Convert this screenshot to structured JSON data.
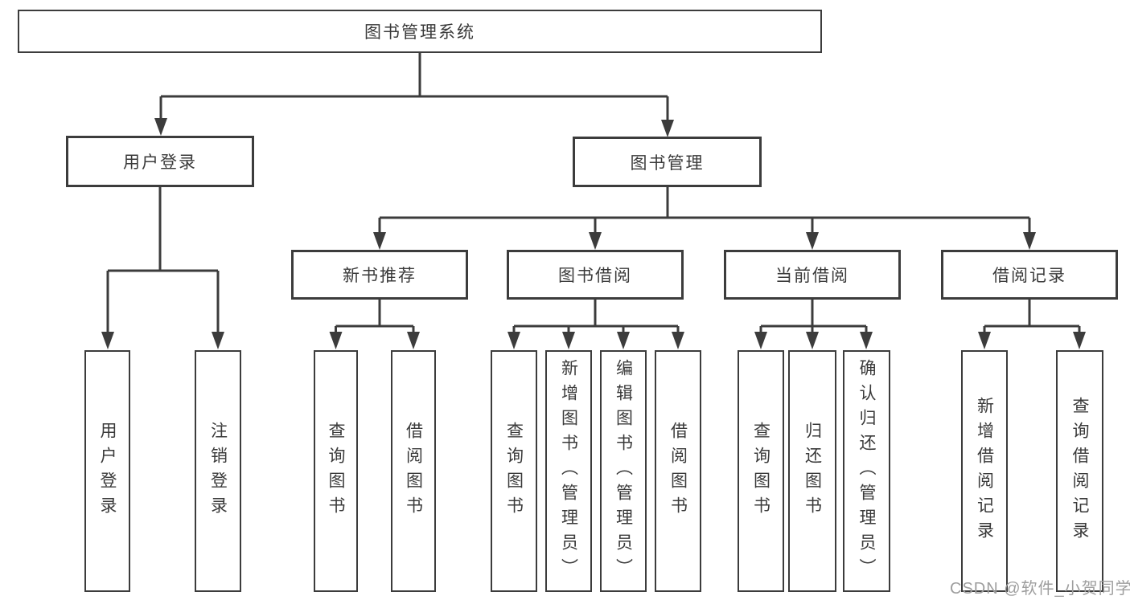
{
  "diagram_type": "hierarchy-tree",
  "tree": {
    "label": "图书管理系统",
    "children": [
      {
        "label": "用户登录",
        "children": [
          {
            "label": "用户登录"
          },
          {
            "label": "注销登录"
          }
        ]
      },
      {
        "label": "图书管理",
        "children": [
          {
            "label": "新书推荐",
            "children": [
              {
                "label": "查询图书"
              },
              {
                "label": "借阅图书"
              }
            ]
          },
          {
            "label": "图书借阅",
            "children": [
              {
                "label": "查询图书"
              },
              {
                "label": "新增图书（管理员）"
              },
              {
                "label": "编辑图书（管理员）"
              },
              {
                "label": "借阅图书"
              }
            ]
          },
          {
            "label": "当前借阅",
            "children": [
              {
                "label": "查询图书"
              },
              {
                "label": "归还图书"
              },
              {
                "label": "确认归还（管理员）"
              }
            ]
          },
          {
            "label": "借阅记录",
            "children": [
              {
                "label": "新增借阅记录"
              },
              {
                "label": "查询借阅记录"
              }
            ]
          }
        ]
      }
    ]
  },
  "watermark": "CSDN @软件_小贺同学",
  "colors": {
    "line": "#3c3c3c",
    "text": "#3a3a3a",
    "box_background": "#ffffff",
    "watermark": "#9e9e9e"
  }
}
